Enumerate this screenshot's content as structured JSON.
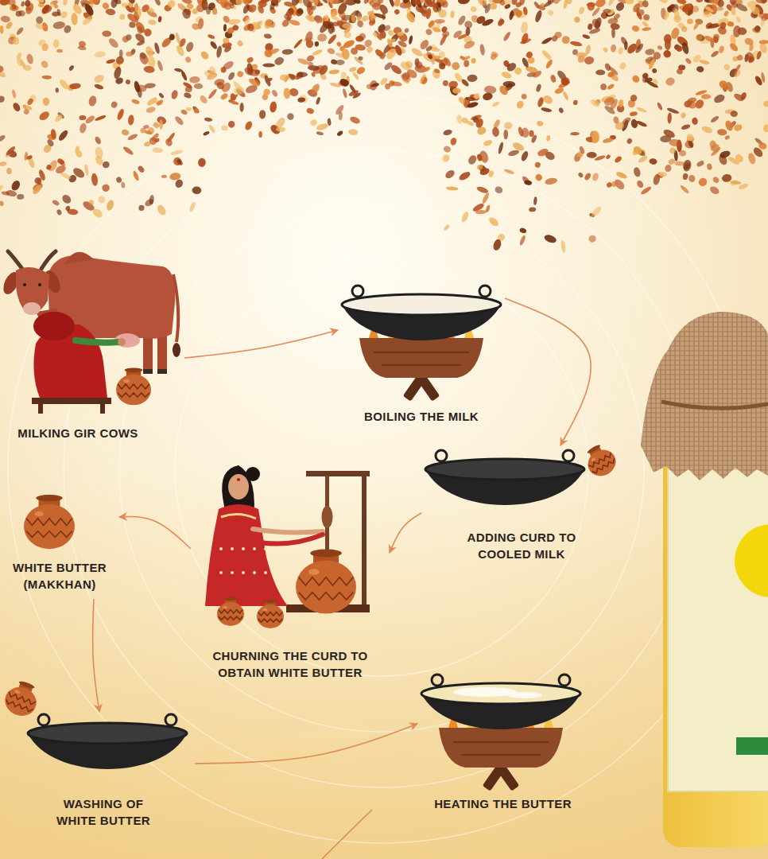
{
  "diagram": {
    "nodes": [
      {
        "text": [
          "MILKING GIR COWS"
        ]
      },
      {
        "text": [
          "BOILING THE MILK"
        ]
      },
      {
        "text": [
          "ADDING CURD TO COOLED MILK"
        ]
      },
      {
        "text": [
          "CHURNING THE CURD TO OBTAIN WHITE BUTTER"
        ]
      },
      {
        "text": [
          "WHITE BUTTER (MAKKHAN)"
        ]
      },
      {
        "text": [
          "WASHING OF WHITE BUTTER"
        ]
      },
      {
        "text": [
          "HEATING THE BUTTER"
        ]
      }
    ],
    "edges": [
      {
        "from": 0,
        "to": 1,
        "arrow": "to"
      },
      {
        "from": 1,
        "to": 2,
        "arrow": "to"
      },
      {
        "from": 2,
        "to": 3,
        "arrow": "to"
      },
      {
        "from": 3,
        "to": 4,
        "arrow": "to"
      },
      {
        "from": 4,
        "to": 5,
        "arrow": "to"
      },
      {
        "from": 5,
        "to": 6,
        "arrow": "to"
      }
    ]
  }
}
